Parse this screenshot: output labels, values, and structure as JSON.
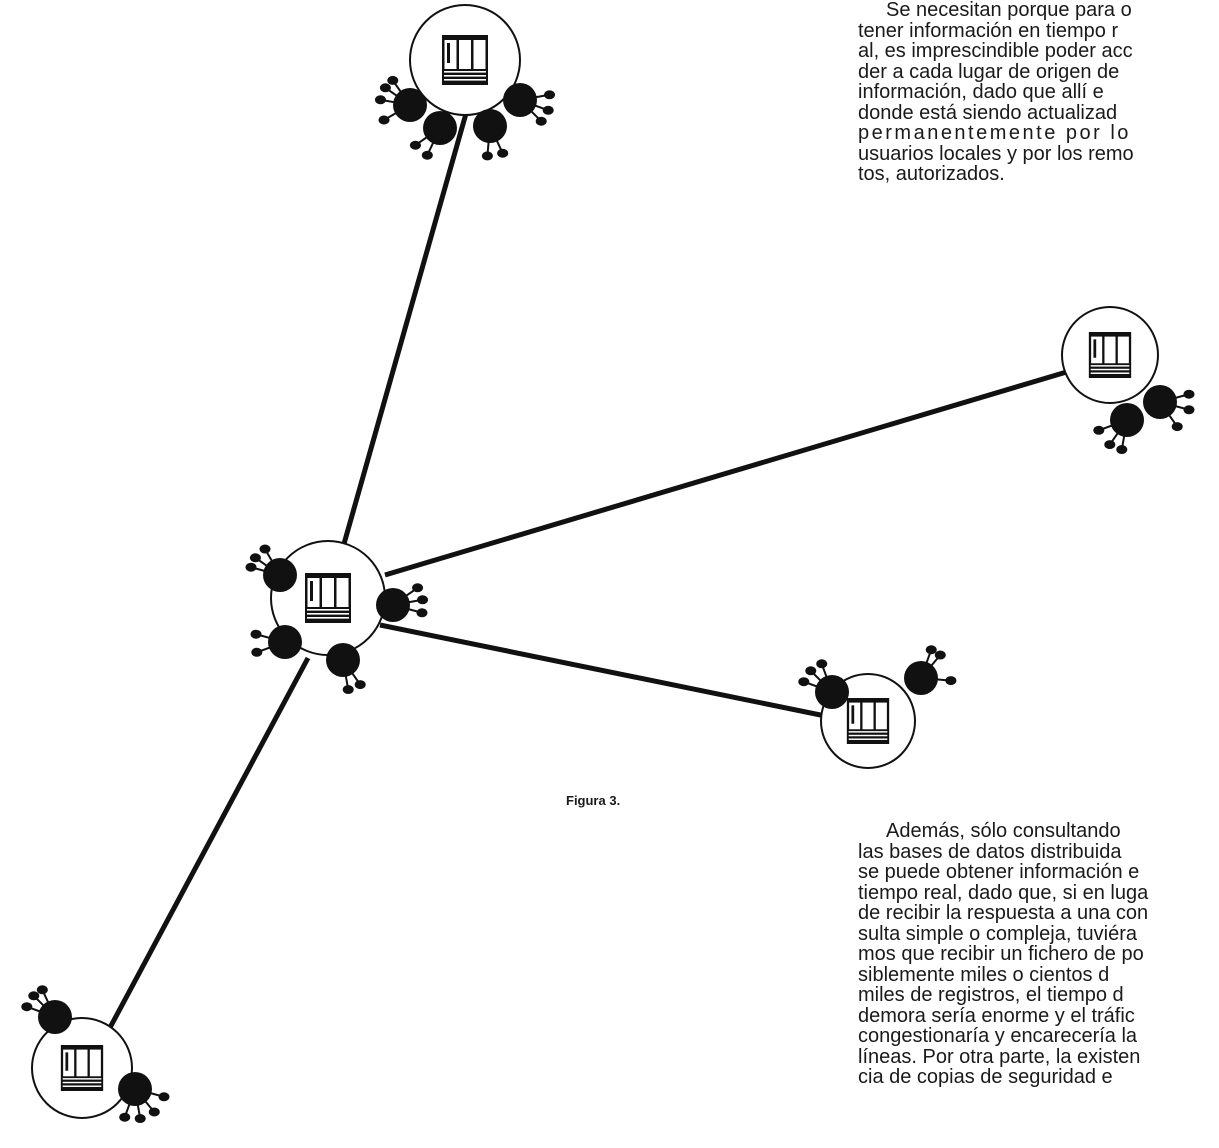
{
  "figure": {
    "caption": "Figura 3."
  },
  "text_top": [
    "Se necesitan porque para o",
    "tener información en tiempo r",
    "al, es imprescindible poder acc",
    "der a cada lugar de origen de",
    "información, dado que allí e",
    "donde está siendo actualizad",
    "permanentemente por lo",
    "usuarios locales y por los remo",
    "tos, autorizados."
  ],
  "text_bottom": [
    "Además, sólo consultando",
    "las bases de datos distribuida",
    "se puede obtener información e",
    "tiempo real, dado que, si en luga",
    "de recibir la respuesta a una con",
    "sulta simple o compleja, tuviéra",
    "mos que recibir un fichero de po",
    "siblemente miles o cientos d",
    "miles de registros, el tiempo d",
    "demora sería enorme y el tráfic",
    "congestionaría y encarecería la",
    "líneas. Por otra parte, la existen",
    "cia de copias de seguridad e"
  ]
}
